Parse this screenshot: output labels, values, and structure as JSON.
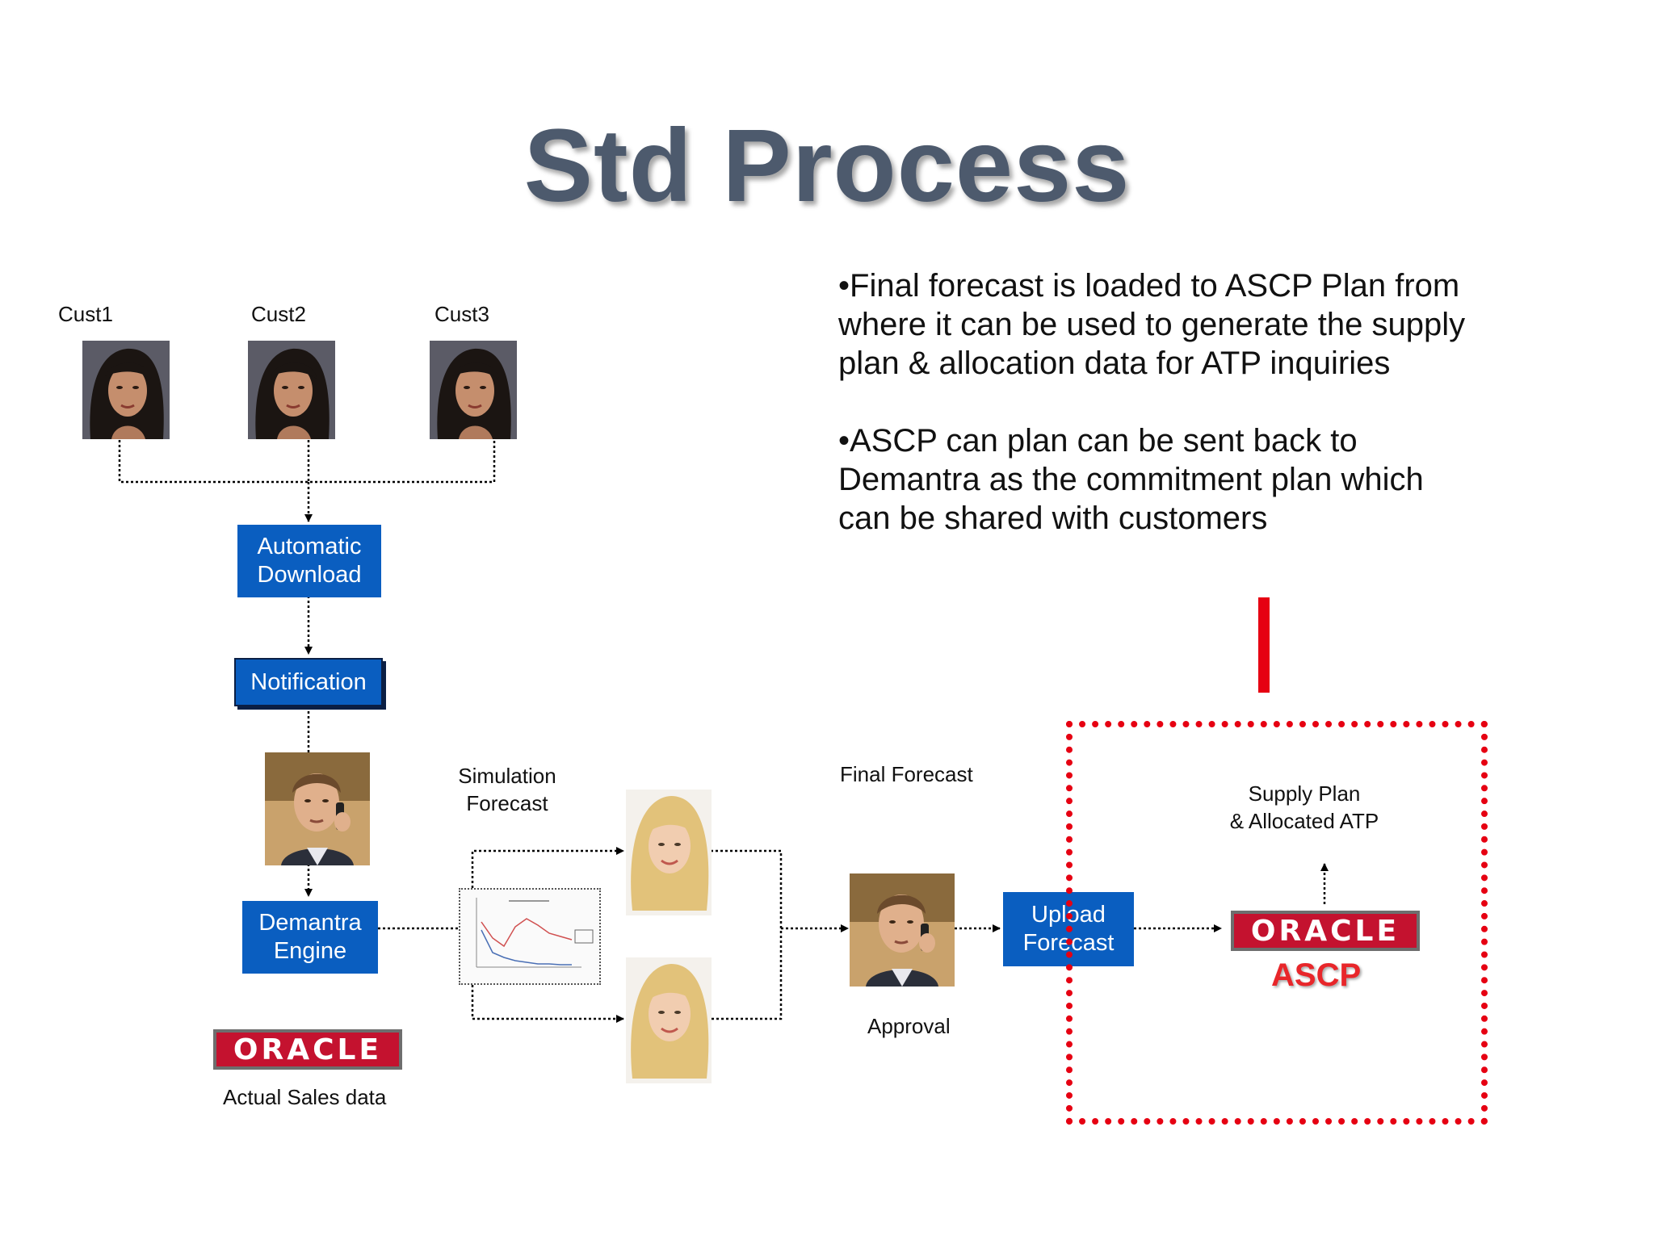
{
  "title": "Std Process",
  "customers": [
    {
      "label": "Cust1"
    },
    {
      "label": "Cust2"
    },
    {
      "label": "Cust3"
    }
  ],
  "steps": {
    "automatic_download": "Automatic\nDownload",
    "notification": "Notification",
    "demantra_engine": "Demantra\nEngine",
    "upload_forecast": "Upload\nForecast"
  },
  "labels": {
    "simulation_forecast": "Simulation\nForecast",
    "final_forecast": "Final Forecast",
    "approval": "Approval",
    "actual_sales_data": "Actual Sales data",
    "supply_plan": "Supply Plan\n& Allocated ATP",
    "ascp": "ASCP",
    "oracle_logo": "ORACLE"
  },
  "bullets": [
    "•Final forecast is loaded to ASCP Plan from where it can be used to generate the supply plan & allocation data for ATP inquiries",
    "•ASCP can plan can be sent back to Demantra as the commitment plan which can be shared with customers"
  ],
  "colors": {
    "title": "#4d5a6d",
    "process_box": "#0a5ec0",
    "oracle_red": "#c4122f",
    "highlight_red": "#e60012"
  }
}
